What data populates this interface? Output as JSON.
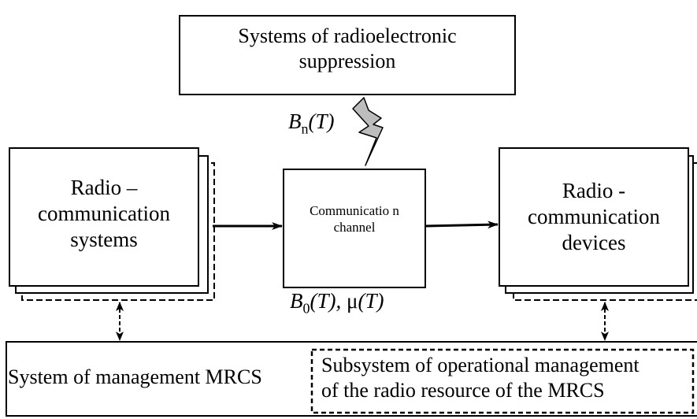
{
  "nodes": {
    "suppression": [
      "Systems of radioelectronic",
      "suppression"
    ],
    "radio_systems": [
      "Radio –",
      "communication",
      "systems"
    ],
    "channel": [
      "Communicatio n",
      "channel"
    ],
    "radio_devices": [
      "Radio -",
      "communication",
      "devices"
    ],
    "management": "System of management MRCS",
    "subsystem": [
      "Subsystem of operational management",
      "of the radio resource of the MRCS"
    ]
  },
  "labels": {
    "bn": {
      "symbol": "B",
      "sub": "n",
      "arg": "(T)"
    },
    "b0": {
      "symbol": "B",
      "sub": "0",
      "arg": "(T), ",
      "mu": "μ",
      "mu_arg": "(T)"
    }
  },
  "colors": {
    "line": "#000000",
    "lightning_fill": "#bdbdbd",
    "background": "#ffffff"
  }
}
